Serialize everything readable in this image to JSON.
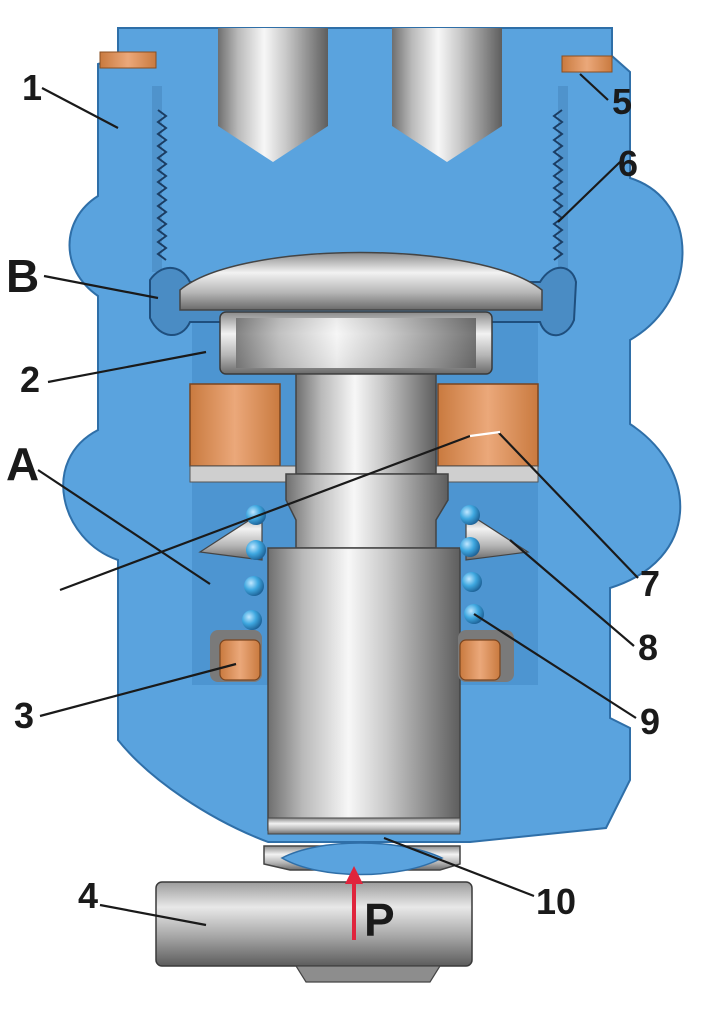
{
  "diagram": {
    "labels": {
      "n1": "1",
      "n2": "2",
      "n3": "3",
      "n4": "4",
      "n5": "5",
      "n6": "6",
      "n7": "7",
      "n8": "8",
      "n9": "9",
      "n10": "10",
      "A": "A",
      "B": "B",
      "P": "P"
    },
    "colors": {
      "housing": "#5aa3de",
      "housing_edge": "#2f6fa8",
      "gasket": "#e19a62",
      "steel_light": "#f2f2f2",
      "steel_dark": "#7a7a7a",
      "spring_ball": "#3fa8e0",
      "force_arrow": "#e0243c"
    },
    "icons": [
      "force-arrow-icon"
    ]
  }
}
